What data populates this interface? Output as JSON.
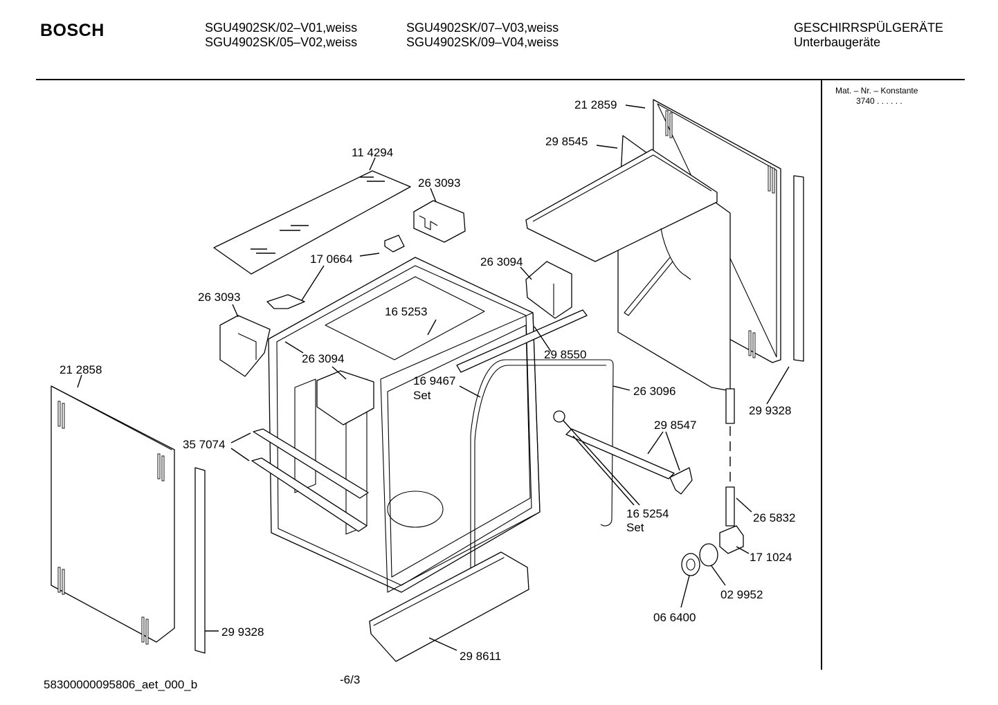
{
  "header": {
    "brand": "BOSCH",
    "models": [
      "SGU4902SK/02–V01,weiss",
      "SGU4902SK/05–V02,weiss",
      "SGU4902SK/07–V03,weiss",
      "SGU4902SK/09–V04,weiss"
    ],
    "category": "GESCHIRRSPÜLGERÄTE",
    "subcategory": "Unterbaugeräte"
  },
  "side_panel": {
    "heading": "Mat. – Nr. – Konstante",
    "value": "3740  .  .    .  .  .  ."
  },
  "parts": {
    "p212859_top": "21 2859",
    "p298545": "29 8545",
    "p114294": "11 4294",
    "p263093_top": "26 3093",
    "p170664": "17 0664",
    "p263094_top": "26 3094",
    "p263093_left": "26 3093",
    "p165253": "16 5253",
    "p298550": "29 8550",
    "p263094_mid": "26 3094",
    "p212858": "21 2858",
    "p169467": "16 9467",
    "p169467_set": "Set",
    "p263096": "26 3096",
    "p299328_right": "29 9328",
    "p298547": "29 8547",
    "p357074": "35 7074",
    "p165254": "16 5254",
    "p165254_set": "Set",
    "p265832": "26 5832",
    "p171024": "17 1024",
    "p029952": "02 9952",
    "p066400": "06 6400",
    "p299328_bottom": "29 9328",
    "p298611": "29 8611"
  },
  "footer": {
    "doc_id": "58300000095806_aet_000_b",
    "page": "-6/3"
  }
}
